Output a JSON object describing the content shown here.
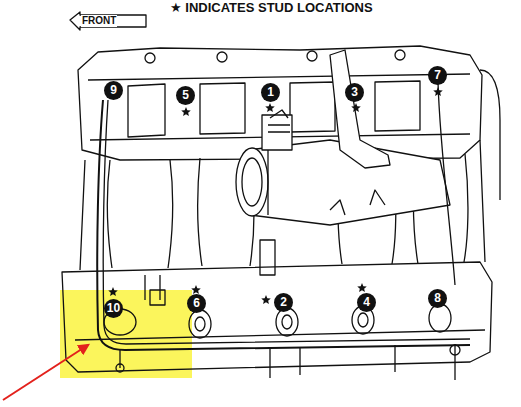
{
  "diagram": {
    "title": "★ INDICATES STUD LOCATIONS",
    "labels": [
      "FRONT",
      "9",
      "5",
      "1",
      "3",
      "7",
      "10",
      "6",
      "2",
      "4",
      "8"
    ]
  }
}
